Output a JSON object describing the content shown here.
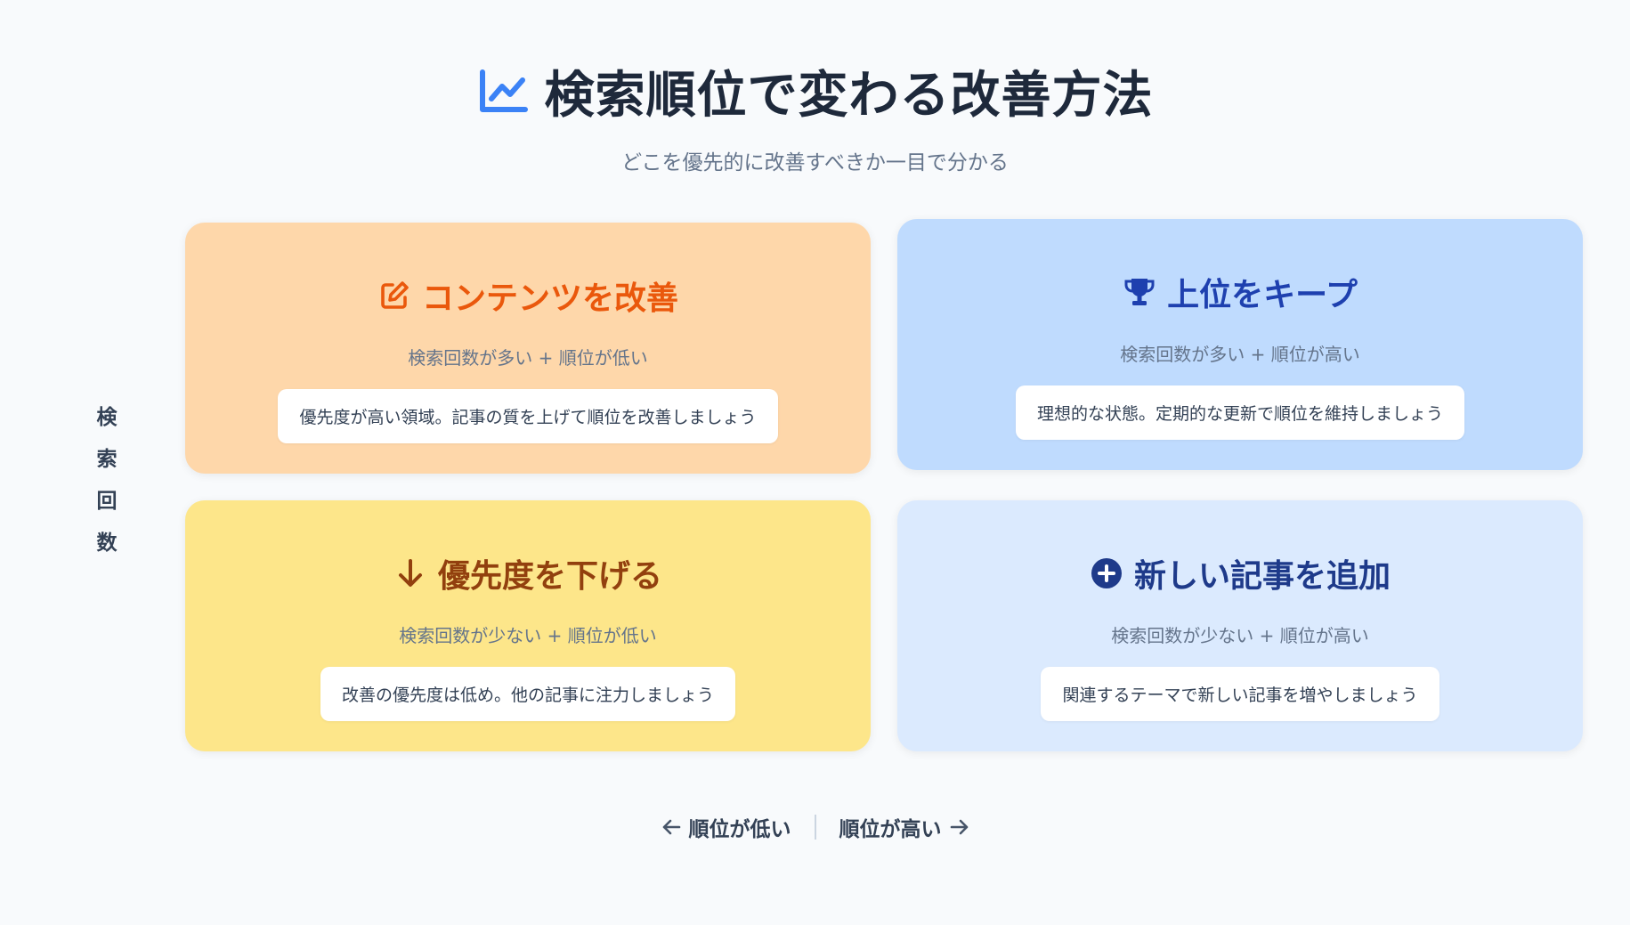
{
  "header": {
    "title": "検索順位で変わる改善方法",
    "subtitle": "どこを優先的に改善すべきか一目で分かる",
    "icon": "line-chart-icon"
  },
  "y_axis": {
    "label_chars": [
      "検",
      "索",
      "回",
      "数"
    ]
  },
  "quadrants": {
    "top_left": {
      "title": "コンテンツを改善",
      "condition": "検索回数が多い + 順位が低い",
      "note": "優先度が高い領域。記事の質を上げて順位を改善しましょう",
      "icon": "edit-icon",
      "bg_color": "#fed7aa",
      "title_color": "#ea580c"
    },
    "top_right": {
      "title": "上位をキープ",
      "condition": "検索回数が多い + 順位が高い",
      "note": "理想的な状態。定期的な更新で順位を維持しましょう",
      "icon": "trophy-icon",
      "bg_color": "#bfdbfe",
      "title_color": "#1e40af"
    },
    "bottom_left": {
      "title": "優先度を下げる",
      "condition": "検索回数が少ない + 順位が低い",
      "note": "改善の優先度は低め。他の記事に注力しましょう",
      "icon": "arrow-down-icon",
      "bg_color": "#fde68a",
      "title_color": "#92400e"
    },
    "bottom_right": {
      "title": "新しい記事を追加",
      "condition": "検索回数が少ない + 順位が高い",
      "note": "関連するテーマで新しい記事を増やしましょう",
      "icon": "plus-circle-icon",
      "bg_color": "#dbeafe",
      "title_color": "#1e3a8a"
    }
  },
  "x_axis": {
    "left_label": "順位が低い",
    "right_label": "順位が高い"
  }
}
